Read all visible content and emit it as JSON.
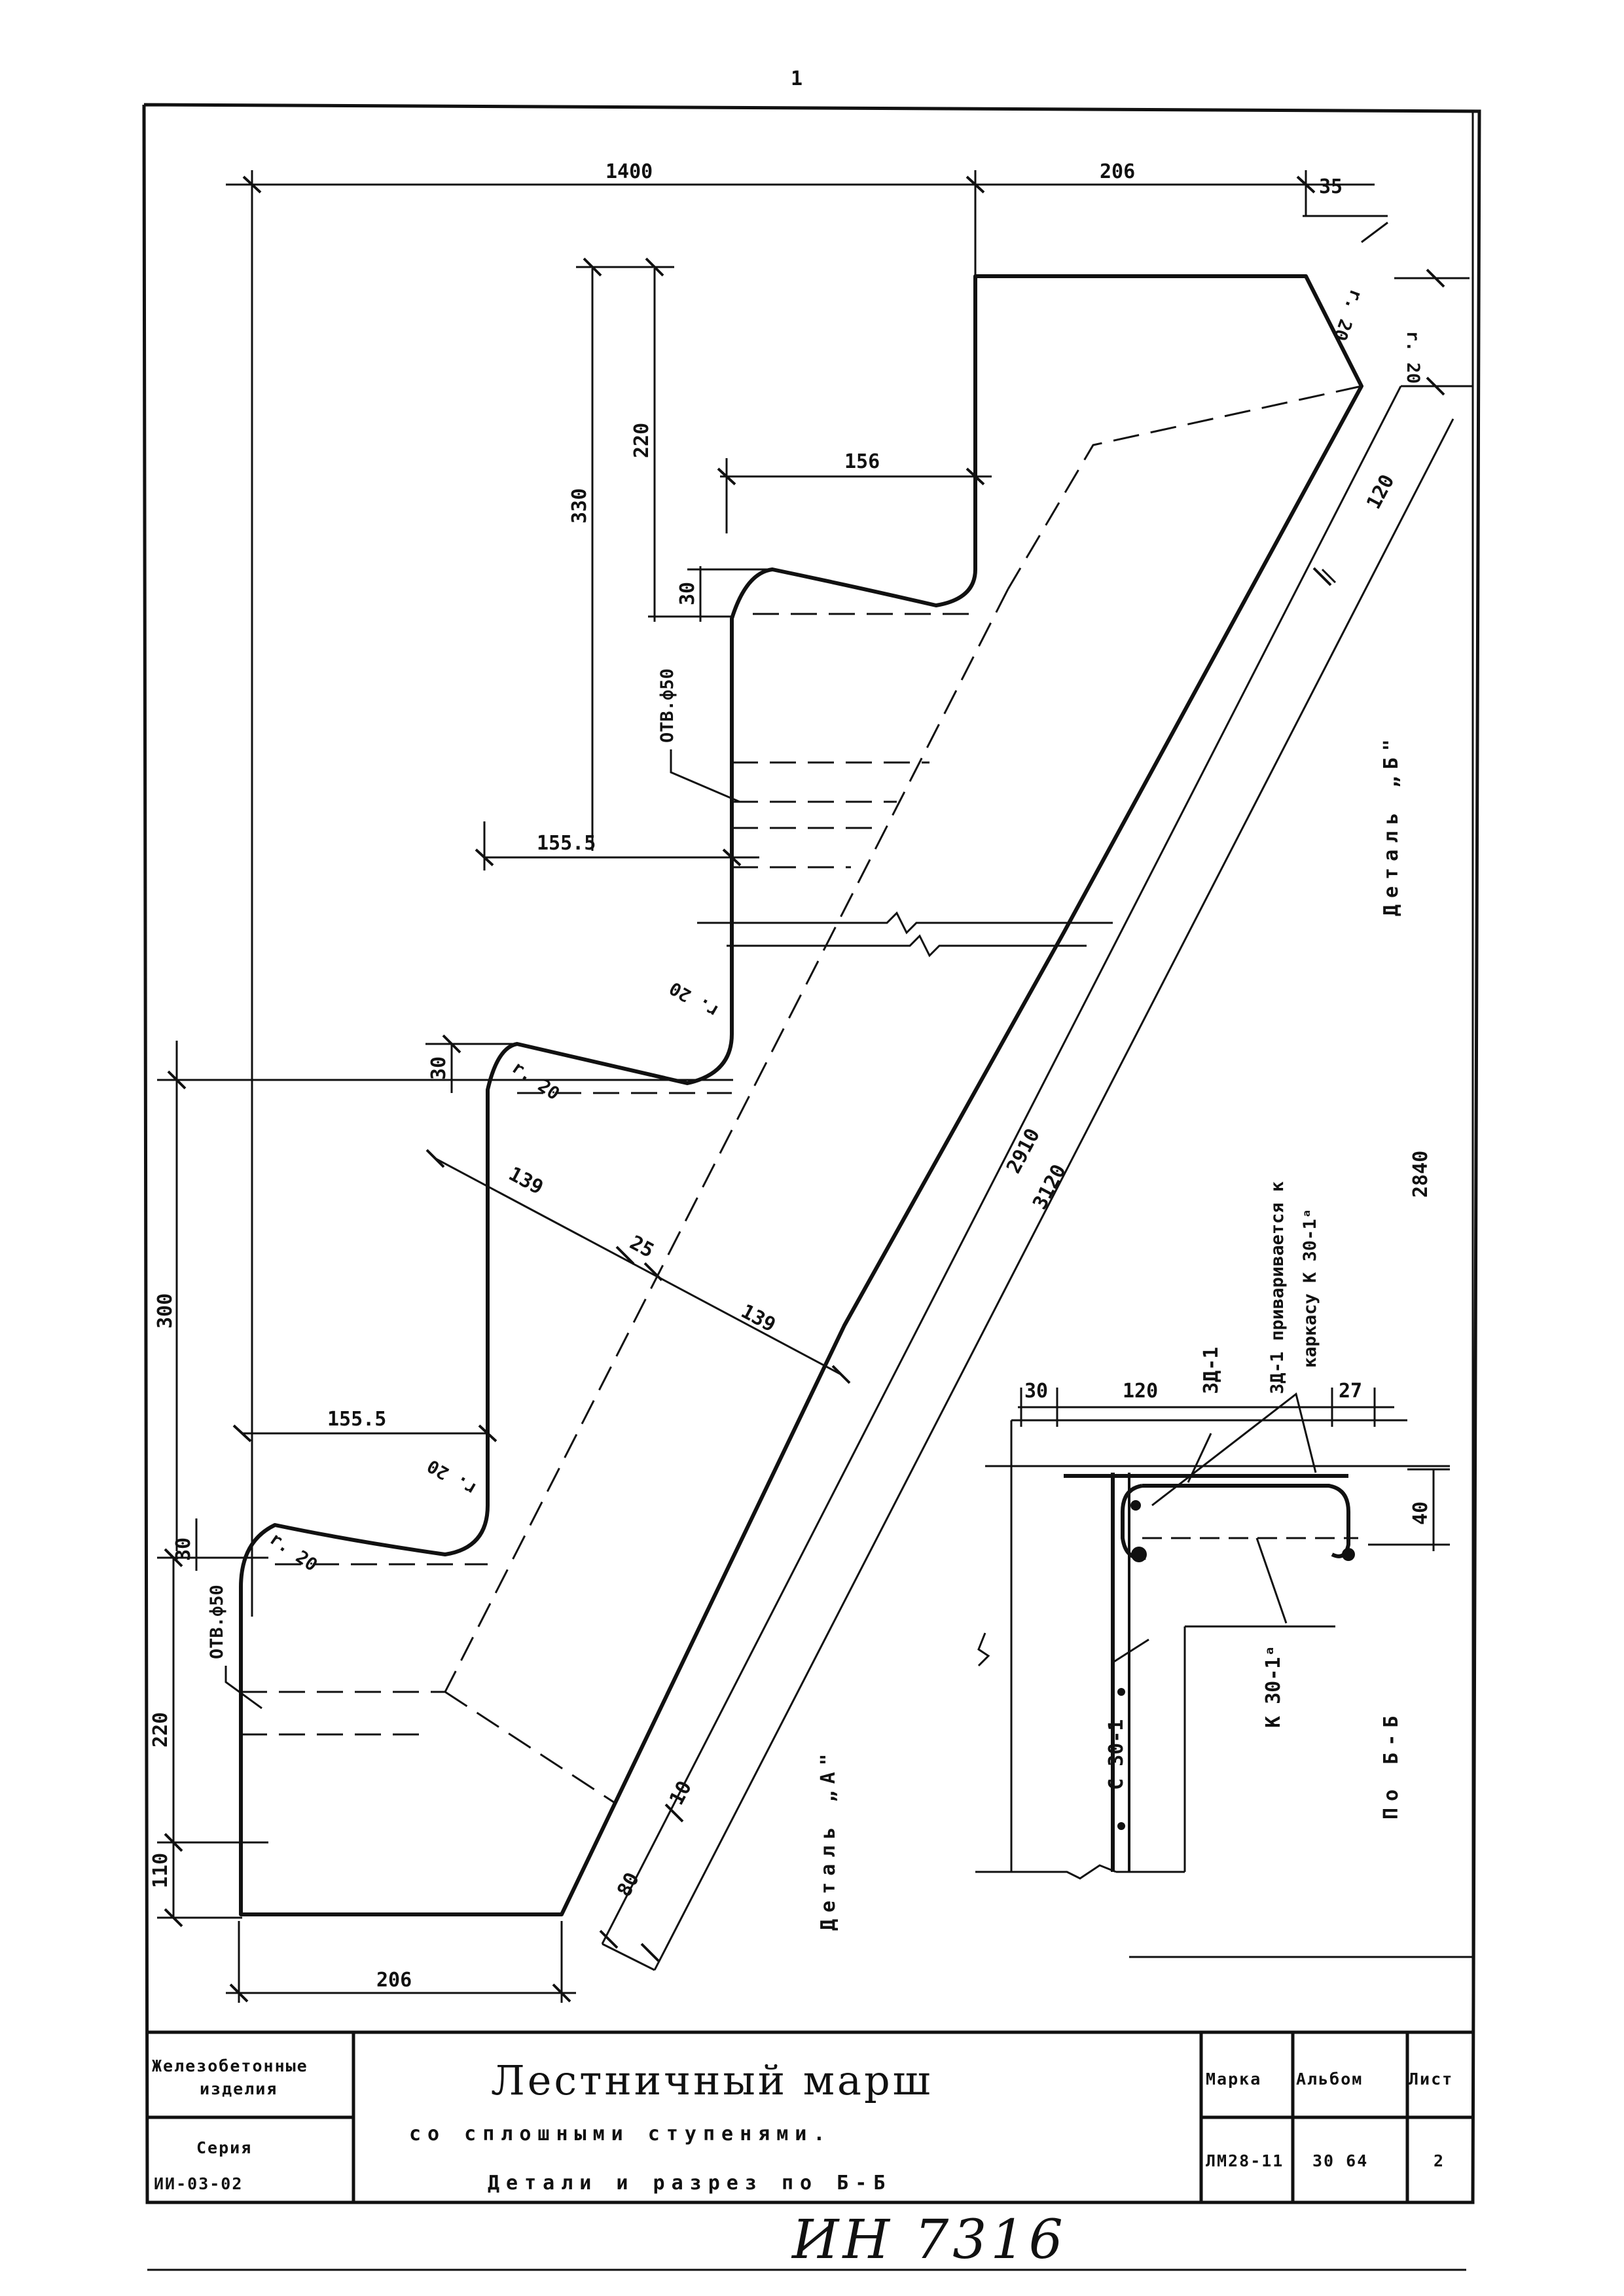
{
  "top_mark": "1",
  "dimensions": {
    "d1400": "1400",
    "d206_top": "206",
    "d35": "35",
    "d330": "330",
    "d220_upper": "220",
    "d156": "156",
    "d30_a": "30",
    "d155_5_upper": "155.5",
    "d30_b": "30",
    "d139_a": "139",
    "d25": "25",
    "d139_b": "139",
    "d2910": "2910",
    "d3120": "3120",
    "d120": "120",
    "d300": "300",
    "d155_5_lower": "155.5",
    "d30_c": "30",
    "d220_lower": "220",
    "d110": "110",
    "d10": "10",
    "d80": "80",
    "d206_bottom": "206",
    "d2840": "2840",
    "r1": "r. 20",
    "r2": "r. 20",
    "r3": "r. 20",
    "r4": "r. 20",
    "r5": "r. 20",
    "r6": "r. 20"
  },
  "callouts": {
    "otv_upper": "ОТВ.ф50",
    "otv_lower": "ОТВ.ф50"
  },
  "labels": {
    "detail_b": "Деталь „Б\"",
    "detail_a": "Деталь „А\"",
    "section": "По Б-Б",
    "zd1_note_line1": "ЗД-1 приваривается к",
    "zd1_note_line2": "каркасу К 30-1ᵃ"
  },
  "section_detail": {
    "d30": "30",
    "d120": "120",
    "d27": "27",
    "d40": "40",
    "zd1": "ЗД-1",
    "k30": "К 30-1ᵃ",
    "c30": "С 30-1"
  },
  "title_block": {
    "org_line1": "Железобетонные",
    "org_line2": "изделия",
    "series_label": "Серия",
    "series_value": "ИИ-03-02",
    "title": "Лестничный марш",
    "subtitle_line1": "со сплошными ступенями.",
    "subtitle_line2": "Детали и разрез по Б-Б",
    "mark_label": "Марка",
    "mark_value": "ЛМ28-11",
    "album_label": "Альбом",
    "album_value": "30 64",
    "sheet_label": "Лист",
    "sheet_value": "2"
  },
  "inventory_number": "ИН 7316"
}
